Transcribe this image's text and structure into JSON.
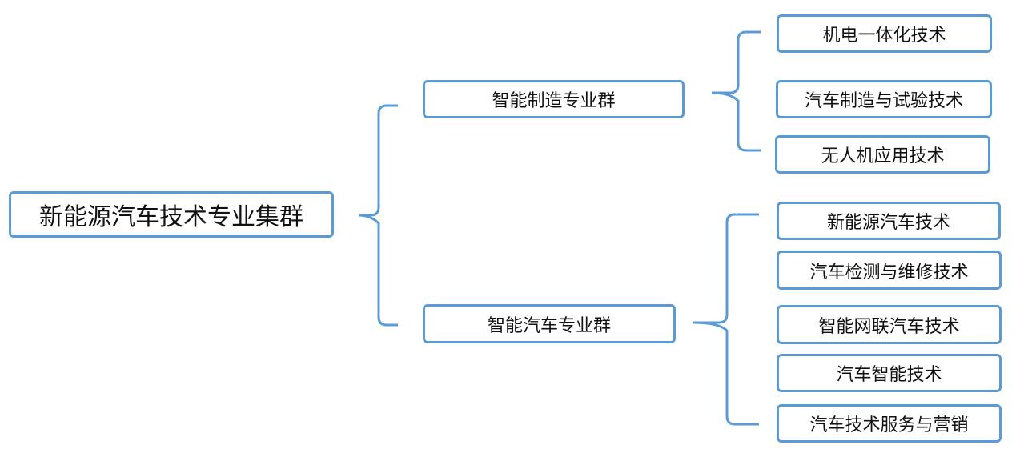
{
  "root": {
    "label": "新能源汽车技术专业集群"
  },
  "groups": [
    {
      "label": "智能制造专业群",
      "items": [
        "机电一体化技术",
        "汽车制造与试验技术",
        "无人机应用技术"
      ]
    },
    {
      "label": "智能汽车专业群",
      "items": [
        "新能源汽车技术",
        "汽车检测与维修技术",
        "智能网联汽车技术",
        "汽车智能技术",
        "汽车技术服务与营销"
      ]
    }
  ],
  "colors": {
    "box_border": "#5b9bd5",
    "bracket": "#5b9bd5"
  }
}
